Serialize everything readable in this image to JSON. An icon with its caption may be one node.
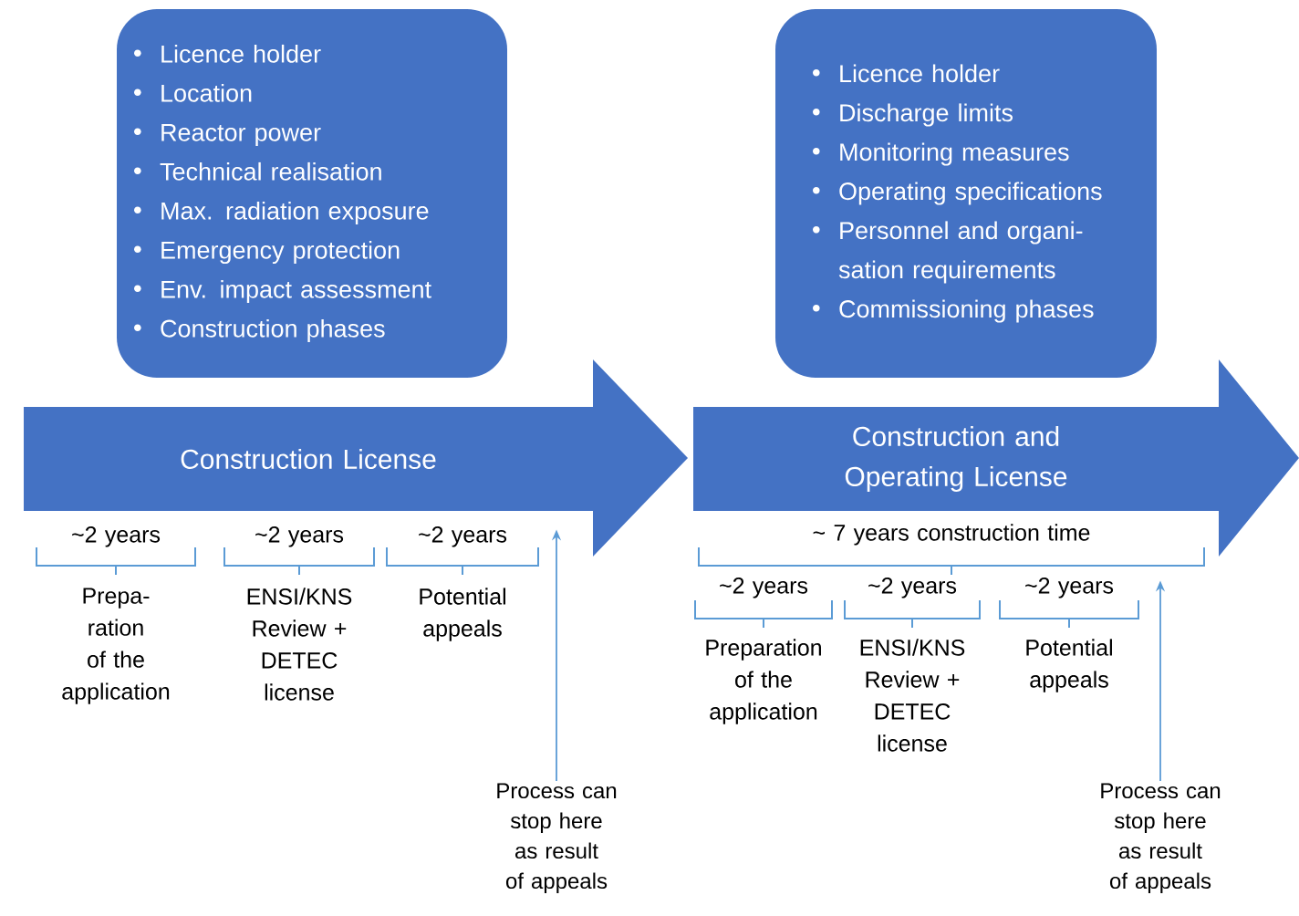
{
  "diagram": {
    "nodes": [
      {
        "text": [
          "Licence holder",
          "Location",
          "Reactor power",
          "Technical realisation",
          "Max. radiation exposure",
          "Emergency protection",
          "Env. impact assessment",
          "Construction phases"
        ]
      },
      {
        "text": [
          "Licence holder",
          "Discharge limits",
          "Monitoring measures",
          "Operating specifications",
          "Personnel and organi- sation requirements",
          "Commissioning phases"
        ]
      },
      {
        "text": [
          "Construction License"
        ]
      },
      {
        "text": [
          "Construction and Operating License"
        ]
      },
      {
        "text": [
          "Process can stop here as result of appeals"
        ]
      },
      {
        "text": [
          "Process can stop here as result of appeals"
        ]
      }
    ],
    "edges": [
      {
        "from": 4,
        "to": 2,
        "arrow": "to"
      },
      {
        "from": 5,
        "to": 3,
        "arrow": "to"
      }
    ],
    "labels": [
      "~2 years",
      "~2 years",
      "~2 years",
      "Prepa- ration of the application",
      "ENSI/KNS Review + DETEC license",
      "Potential appeals",
      "~ 7 years construction time",
      "~2 years",
      "~2 years",
      "~2 years",
      "Preparation of the application",
      "ENSI/KNS Review + DETEC license",
      "Potential appeals"
    ]
  }
}
